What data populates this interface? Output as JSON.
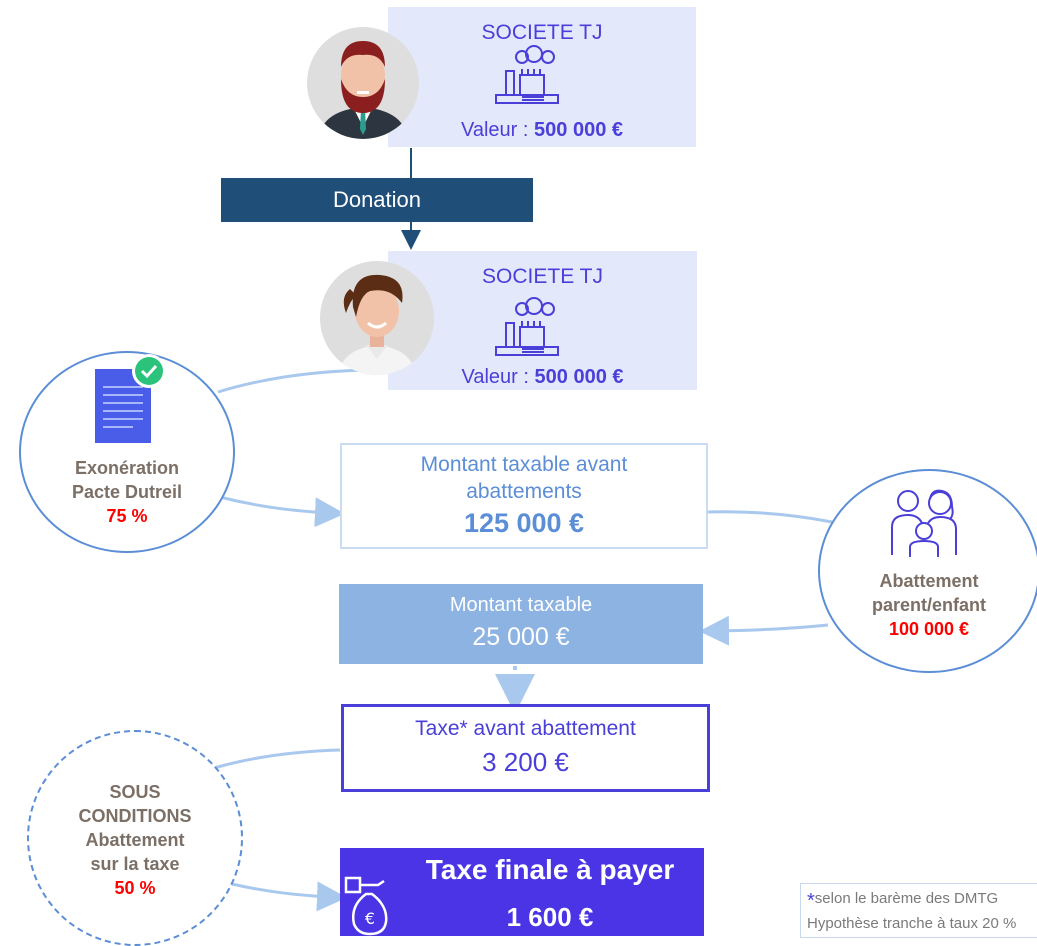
{
  "donor_company": {
    "name": "SOCIETE TJ",
    "value_label": "Valeur :",
    "value": "500 000 €"
  },
  "donation_label": "Donation",
  "recipient_company": {
    "name": "SOCIETE TJ",
    "value_label": "Valeur :",
    "value": "500 000 €"
  },
  "exoneration": {
    "line1": "Exonération",
    "line2": "Pacte Dutreil",
    "rate": "75 %"
  },
  "taxable_before": {
    "line1": "Montant taxable avant",
    "line2": "abattements",
    "amount": "125 000 €"
  },
  "abatement_parent": {
    "line1": "Abattement",
    "line2": "parent/enfant",
    "amount": "100 000 €"
  },
  "taxable": {
    "label": "Montant taxable",
    "amount": "25 000 €"
  },
  "tax_before": {
    "label": "Taxe* avant abattement",
    "amount": "3 200 €"
  },
  "conditions": {
    "line1": "SOUS",
    "line2": "CONDITIONS",
    "line3": "Abattement",
    "line4": "sur la taxe",
    "rate": "50 %"
  },
  "tax_final": {
    "label": "Taxe finale à payer",
    "amount": "1 600 €"
  },
  "footnote": {
    "star": "*",
    "line1": "selon le barème des DMTG",
    "line2": "Hypothèse tranche à taux 20 %"
  },
  "colors": {
    "accent": "#4a3fd8",
    "navy": "#1f4e79",
    "light_blue": "#8db3e2",
    "red": "#ff0000",
    "final_box": "#4a34e6"
  }
}
